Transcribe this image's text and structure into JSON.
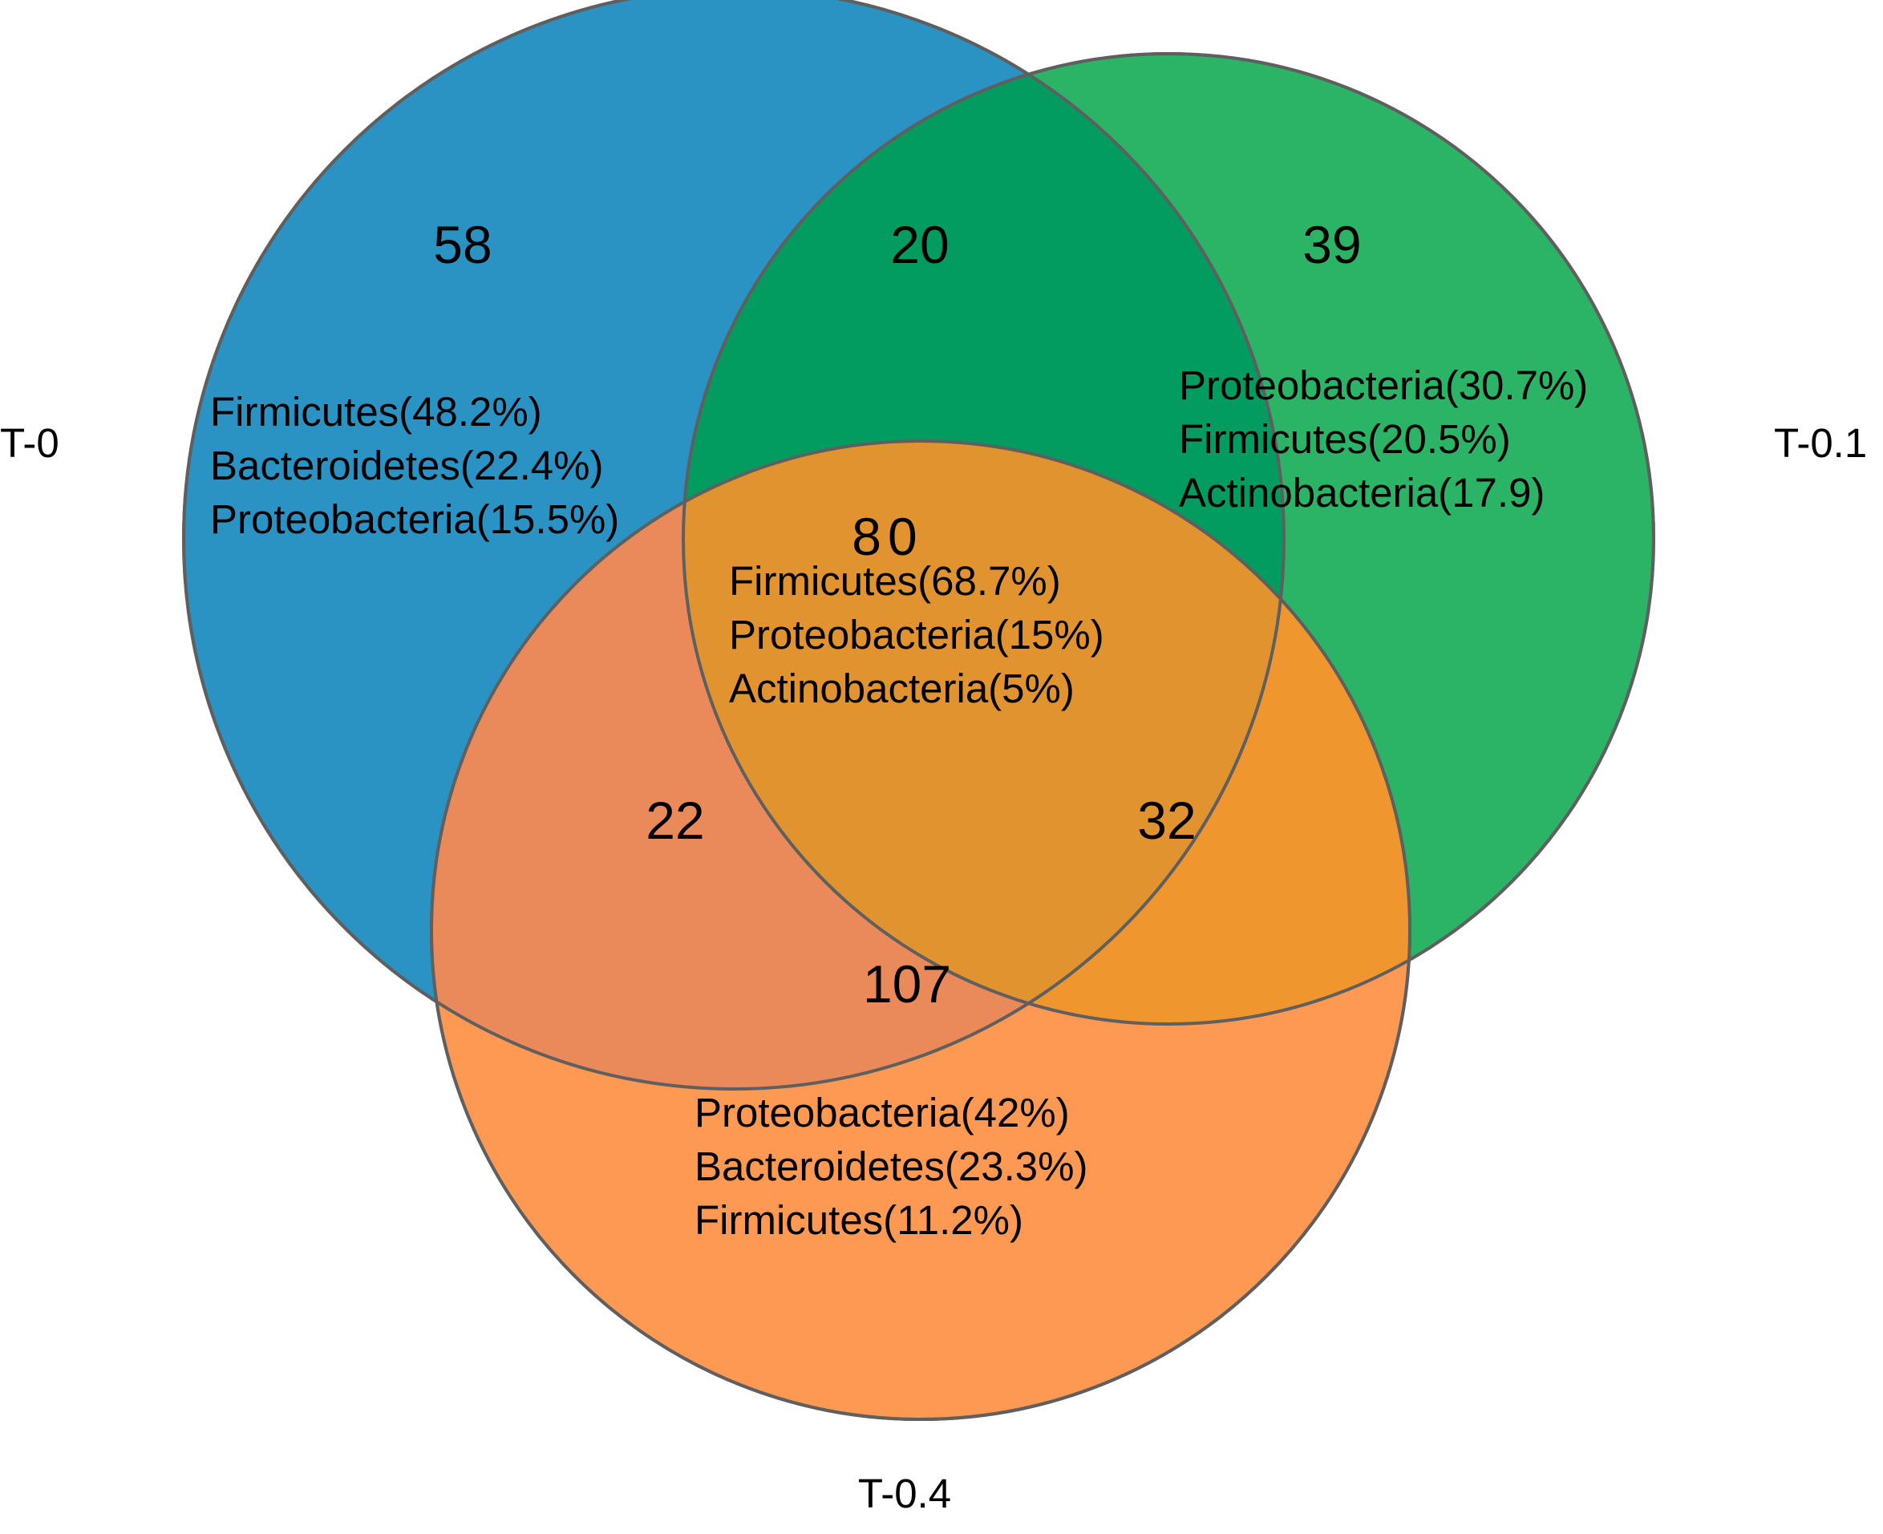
{
  "sets": [
    {
      "label": "T-0",
      "color": "#2b93c3"
    },
    {
      "label": "T-0.1",
      "color": "#2cb466"
    },
    {
      "label": "T-0.4",
      "color": "#fd9952"
    }
  ],
  "overlap_colors": {
    "t0_t01": "#029c60",
    "t0_t04": "#ea8a5a",
    "t01_t04": "#ef962f",
    "all": "#e1932f"
  },
  "regions": {
    "t0_only": {
      "count": "58",
      "taxa": [
        "Firmicutes(48.2%)",
        "Bacteroidetes(22.4%)",
        "Proteobacteria(15.5%)"
      ]
    },
    "t01_only": {
      "count": "39",
      "taxa": [
        "Proteobacteria(30.7%)",
        "Firmicutes(20.5%)",
        "Actinobacteria(17.9)"
      ]
    },
    "t04_only": {
      "count": "107",
      "taxa": [
        "Proteobacteria(42%)",
        "Bacteroidetes(23.3%)",
        "Firmicutes(11.2%)"
      ]
    },
    "t0_t01": {
      "count": "20"
    },
    "t0_t04": {
      "count": "22"
    },
    "t01_t04": {
      "count": "32"
    },
    "all": {
      "count": "80",
      "taxa": [
        "Firmicutes(68.7%)",
        "Proteobacteria(15%)",
        "Actinobacteria(5%)"
      ]
    }
  }
}
